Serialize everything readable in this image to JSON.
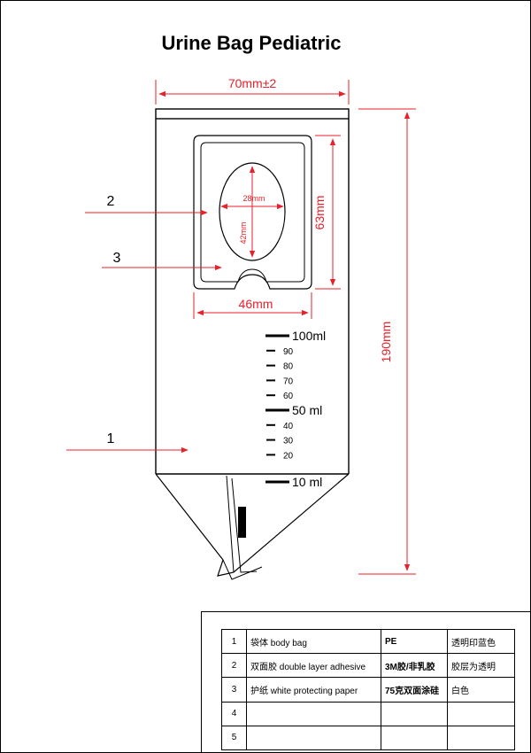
{
  "title": "Urine Bag Pediatric",
  "dimensions": {
    "width": "70mm±2",
    "height": "190mm",
    "window_height": "63mm",
    "window_width": "46mm",
    "oval_width": "28mm",
    "oval_height": "42mm"
  },
  "callouts": [
    "1",
    "2",
    "3"
  ],
  "scale": [
    {
      "label": "100ml",
      "major": true
    },
    {
      "label": "90",
      "major": false
    },
    {
      "label": "80",
      "major": false
    },
    {
      "label": "70",
      "major": false
    },
    {
      "label": "60",
      "major": false
    },
    {
      "label": "50 ml",
      "major": true
    },
    {
      "label": "40",
      "major": false
    },
    {
      "label": "30",
      "major": false
    },
    {
      "label": "20",
      "major": false
    },
    {
      "label": "10 ml",
      "major": true
    }
  ],
  "colors": {
    "dimension": "#e8202a",
    "line": "#000000"
  },
  "table": [
    {
      "no": "1",
      "part": "袋体 body bag",
      "material": "PE",
      "note": "透明印蓝色"
    },
    {
      "no": "2",
      "part": "双面胶 double layer adhesive",
      "material": "3M胶/非乳胶",
      "note": "胶层为透明"
    },
    {
      "no": "3",
      "part": "护纸 white protecting paper",
      "material": "75克双面涂硅",
      "note": "白色"
    },
    {
      "no": "4",
      "part": "",
      "material": "",
      "note": ""
    },
    {
      "no": "5",
      "part": "",
      "material": "",
      "note": ""
    }
  ]
}
